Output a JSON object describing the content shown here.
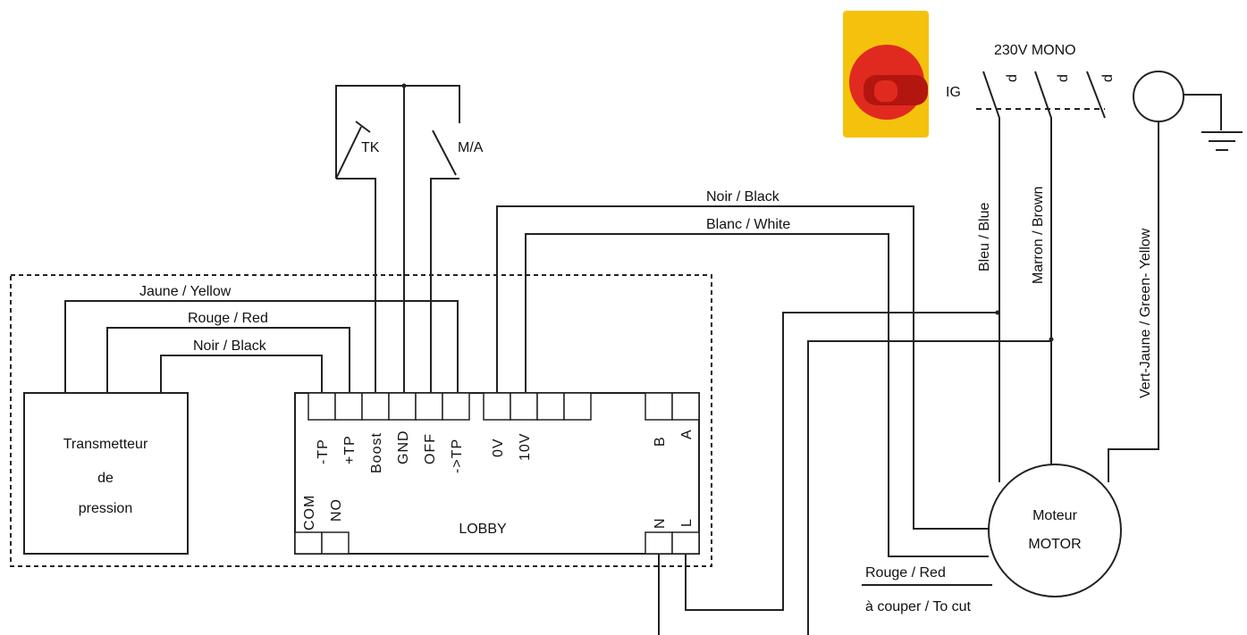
{
  "switch": {
    "label": "IG",
    "supply_label": "230V MONO",
    "colors": {
      "body": "#f4c20d",
      "handle": "#e02a1f",
      "handle_dark": "#b3160f"
    }
  },
  "controls": {
    "tk_label": "TK",
    "ma_label": "M/A"
  },
  "transmitter": {
    "line1": "Transmetteur",
    "line2": "de",
    "line3": "pression"
  },
  "lobby": {
    "name": "LOBBY",
    "top_terminals": [
      "-TP",
      "+TP",
      "Boost",
      "GND",
      "OFF",
      "->TP"
    ],
    "analog_terminals": [
      "0V",
      "10V"
    ],
    "bus_terminals": [
      "B",
      "A"
    ],
    "relay_terminals": [
      "COM",
      "NO"
    ],
    "power_terminals": [
      "N",
      "L"
    ]
  },
  "motor": {
    "line1": "Moteur",
    "line2": "MOTOR"
  },
  "wires": {
    "yellow": "Jaune / Yellow",
    "red": "Rouge / Red",
    "black_sensor": "Noir / Black",
    "black_motor": "Noir / Black",
    "white_motor": "Blanc / White",
    "blue": "Bleu / Blue",
    "brown": "Marron / Brown",
    "green_yellow": "Vert-Jaune / Green- Yellow",
    "red_cut": "Rouge / Red",
    "cut_note": "à couper / To cut"
  }
}
